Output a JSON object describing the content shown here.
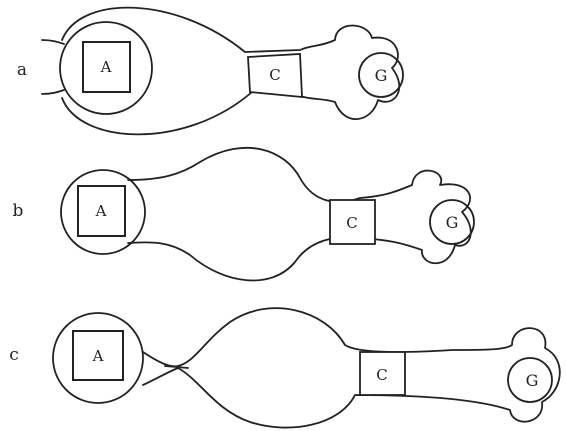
{
  "figure": {
    "rows": [
      {
        "id": "a",
        "label": "a",
        "box_a": "A",
        "box_c": "C",
        "circle_g": "G"
      },
      {
        "id": "b",
        "label": "b",
        "box_a": "A",
        "box_c": "C",
        "circle_g": "G"
      },
      {
        "id": "c",
        "label": "c",
        "box_a": "A",
        "box_c": "C",
        "circle_g": "G"
      }
    ]
  }
}
